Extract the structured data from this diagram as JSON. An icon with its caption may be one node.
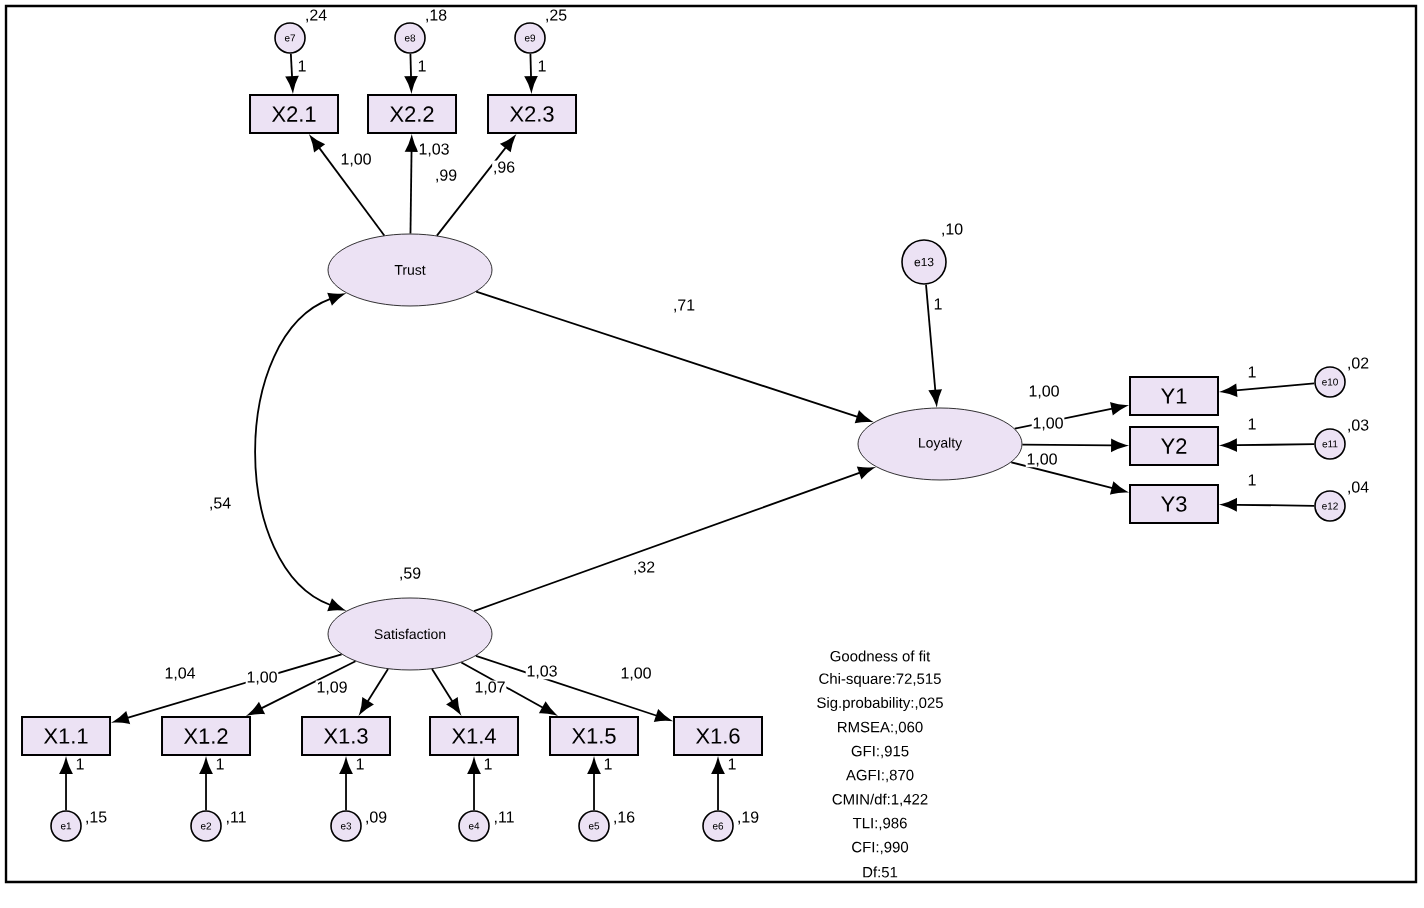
{
  "diagram": {
    "nodes": [
      {
        "text": [
          "e7"
        ],
        "beside": [
          ",24"
        ]
      },
      {
        "text": [
          "e8"
        ],
        "beside": [
          ",18"
        ]
      },
      {
        "text": [
          "e9"
        ],
        "beside": [
          ",25"
        ]
      },
      {
        "text": [
          "X2.1"
        ]
      },
      {
        "text": [
          "X2.2"
        ]
      },
      {
        "text": [
          "X2.3"
        ]
      },
      {
        "text": [
          "Trust"
        ]
      },
      {
        "text": [
          "e13"
        ],
        "beside": [
          ",10"
        ]
      },
      {
        "text": [
          "Loyalty"
        ]
      },
      {
        "text": [
          "Y1"
        ]
      },
      {
        "text": [
          "e10"
        ],
        "beside": [
          ",02"
        ]
      },
      {
        "text": [
          "Y2"
        ]
      },
      {
        "text": [
          "e11"
        ],
        "beside": [
          ",03"
        ]
      },
      {
        "text": [
          "Y3"
        ]
      },
      {
        "text": [
          "e12"
        ],
        "beside": [
          ",04"
        ]
      },
      {
        "text": [
          "Satisfaction"
        ],
        "beside": [
          ",59"
        ]
      },
      {
        "text": [
          "X1.1"
        ]
      },
      {
        "text": [
          "X1.2"
        ]
      },
      {
        "text": [
          "X1.3"
        ]
      },
      {
        "text": [
          "X1.4"
        ]
      },
      {
        "text": [
          "X1.5"
        ]
      },
      {
        "text": [
          "X1.6"
        ]
      },
      {
        "text": [
          "e1"
        ],
        "beside": [
          ",15"
        ]
      },
      {
        "text": [
          "e2"
        ],
        "beside": [
          ",11"
        ]
      },
      {
        "text": [
          "e3"
        ],
        "beside": [
          ",09"
        ]
      },
      {
        "text": [
          "e4"
        ],
        "beside": [
          ",11"
        ]
      },
      {
        "text": [
          "e5"
        ],
        "beside": [
          ",16"
        ]
      },
      {
        "text": [
          "e6"
        ],
        "beside": [
          ",19"
        ]
      }
    ],
    "edges": [
      {
        "from": 0,
        "to": 3,
        "arrow": "to",
        "label": "1"
      },
      {
        "from": 1,
        "to": 4,
        "arrow": "to",
        "label": "1"
      },
      {
        "from": 2,
        "to": 5,
        "arrow": "to",
        "label": "1"
      },
      {
        "from": 6,
        "to": 3,
        "arrow": "to",
        "label": "1,00"
      },
      {
        "from": 6,
        "to": 4,
        "arrow": "to",
        "label": "1,03"
      },
      {
        "from": 6,
        "to": 5,
        "arrow": "to",
        "label": ",96"
      },
      {
        "from": 6,
        "to": 8,
        "arrow": "to",
        "label": ",71"
      },
      {
        "from": 15,
        "to": 6,
        "arrow": "both",
        "label": ",54"
      },
      {
        "from": 15,
        "to": 8,
        "arrow": "to",
        "label": ",32"
      },
      {
        "from": 7,
        "to": 8,
        "arrow": "to",
        "label": "1"
      },
      {
        "from": 8,
        "to": 9,
        "arrow": "to",
        "label": "1,00"
      },
      {
        "from": 8,
        "to": 11,
        "arrow": "to",
        "label": "1,00"
      },
      {
        "from": 8,
        "to": 13,
        "arrow": "to",
        "label": "1,00"
      },
      {
        "from": 10,
        "to": 9,
        "arrow": "to",
        "label": "1"
      },
      {
        "from": 12,
        "to": 11,
        "arrow": "to",
        "label": "1"
      },
      {
        "from": 14,
        "to": 13,
        "arrow": "to",
        "label": "1"
      },
      {
        "from": 15,
        "to": 16,
        "arrow": "to",
        "label": "1,04"
      },
      {
        "from": 15,
        "to": 17,
        "arrow": "to",
        "label": "1,00"
      },
      {
        "from": 15,
        "to": 18,
        "arrow": "to",
        "label": "1,09"
      },
      {
        "from": 15,
        "to": 19,
        "arrow": "to",
        "label": "1,07"
      },
      {
        "from": 15,
        "to": 20,
        "arrow": "to",
        "label": "1,03"
      },
      {
        "from": 15,
        "to": 21,
        "arrow": "to",
        "label": "1,00"
      },
      {
        "from": 22,
        "to": 16,
        "arrow": "to",
        "label": "1"
      },
      {
        "from": 23,
        "to": 17,
        "arrow": "to",
        "label": "1"
      },
      {
        "from": 24,
        "to": 18,
        "arrow": "to",
        "label": "1"
      },
      {
        "from": 25,
        "to": 19,
        "arrow": "to",
        "label": "1"
      },
      {
        "from": 26,
        "to": 20,
        "arrow": "to",
        "label": "1"
      },
      {
        "from": 27,
        "to": 21,
        "arrow": "to",
        "label": "1"
      }
    ],
    "labels": [
      ",99",
      "Goodness of fit",
      "Chi-square:72,515",
      "Sig.probability:,025",
      "RMSEA:,060",
      "GFI:,915",
      "AGFI:,870",
      "CMIN/df:1,422",
      "TLI:,986",
      "CFI:,990",
      "Df:51"
    ]
  }
}
